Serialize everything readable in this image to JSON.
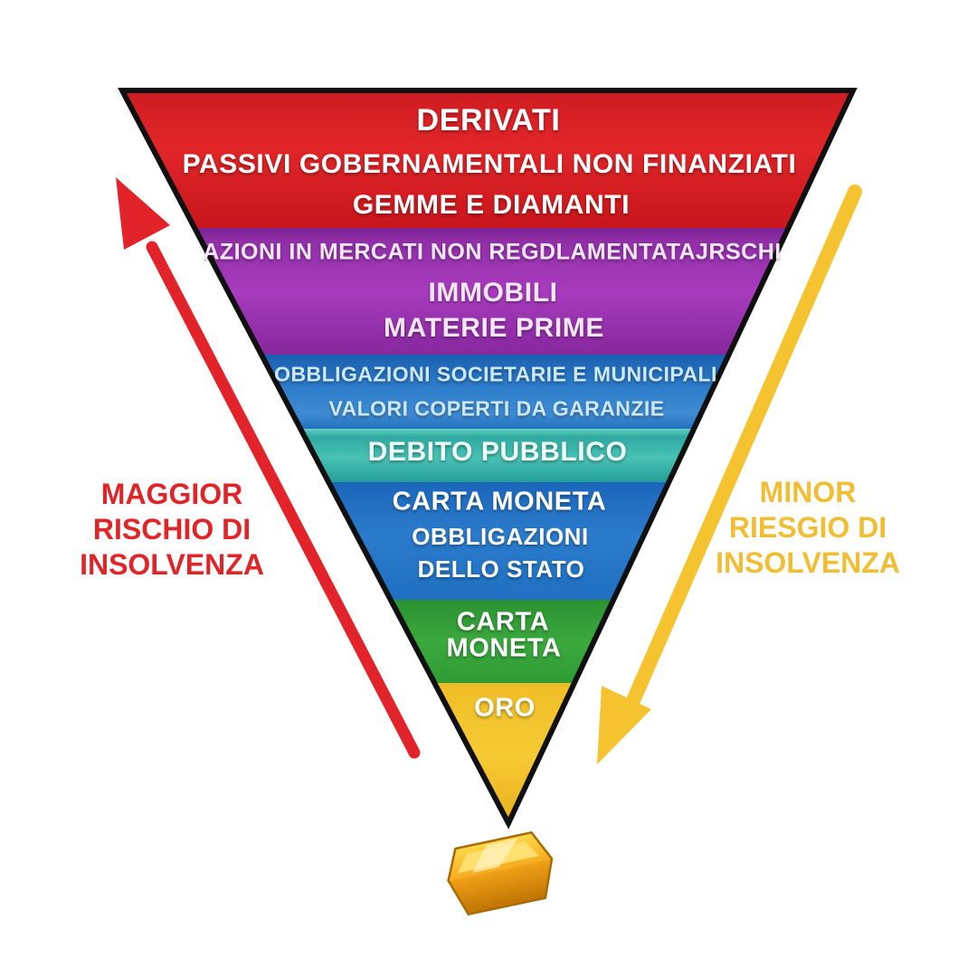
{
  "pyramid": {
    "description": "inverted-risk-pyramid",
    "border_color": "#101010",
    "layers": [
      {
        "id": "derivati",
        "color": "#DA1F26",
        "text_color": "#FFFFFF",
        "lines": [
          "DERIVATI",
          "PASSIVI GOBERNAMENTALI NON FINANZIATI",
          "GEMME E DIAMANTI"
        ]
      },
      {
        "id": "mercati-non-regolamentati",
        "color": "#9C33B2",
        "text_color": "#F6E7F8",
        "lines": [
          "AZIONI IN MERCATI NON REGDLAMENTATAJRSCHI",
          "IMMOBILI",
          "MATERIE PRIME"
        ]
      },
      {
        "id": "obbligazioni-societarie",
        "color": "#2C7BC9",
        "text_color": "#CDE8FB",
        "lines": [
          "OBBLIGAZIONI SOCIETARIE E MUNICIPALI",
          "VALORI COPERTI DA GARANZIE"
        ]
      },
      {
        "id": "debito-pubblico",
        "color": "#3ABBAE",
        "text_color": "#EEFFFB",
        "lines": [
          "DEBITO PUBBLICO"
        ]
      },
      {
        "id": "carta-moneta-stato",
        "color": "#2677CA",
        "text_color": "#FFFFFF",
        "lines": [
          "CARTA MONETA",
          "OBBLIGAZIONI",
          "DELLO STATO"
        ]
      },
      {
        "id": "carta-moneta",
        "color": "#37A43C",
        "text_color": "#FFFFFF",
        "lines": [
          "CARTA",
          "MONETA"
        ]
      },
      {
        "id": "oro",
        "color": "#F4C42E",
        "text_color": "#FFFFFF",
        "lines": [
          "ORO"
        ]
      }
    ]
  },
  "left_annotation": {
    "color": "#E2242A",
    "arrow_direction": "up",
    "lines": [
      "MAGGIOR",
      "RISCHIO DI",
      "INSOLVENZA"
    ]
  },
  "right_annotation": {
    "color": "#F5C32F",
    "arrow_direction": "down",
    "lines": [
      "MINOR",
      "RIESGIO DI",
      "INSOLVENZA"
    ]
  },
  "icons": {
    "gold_bar": "gold-ingot"
  }
}
